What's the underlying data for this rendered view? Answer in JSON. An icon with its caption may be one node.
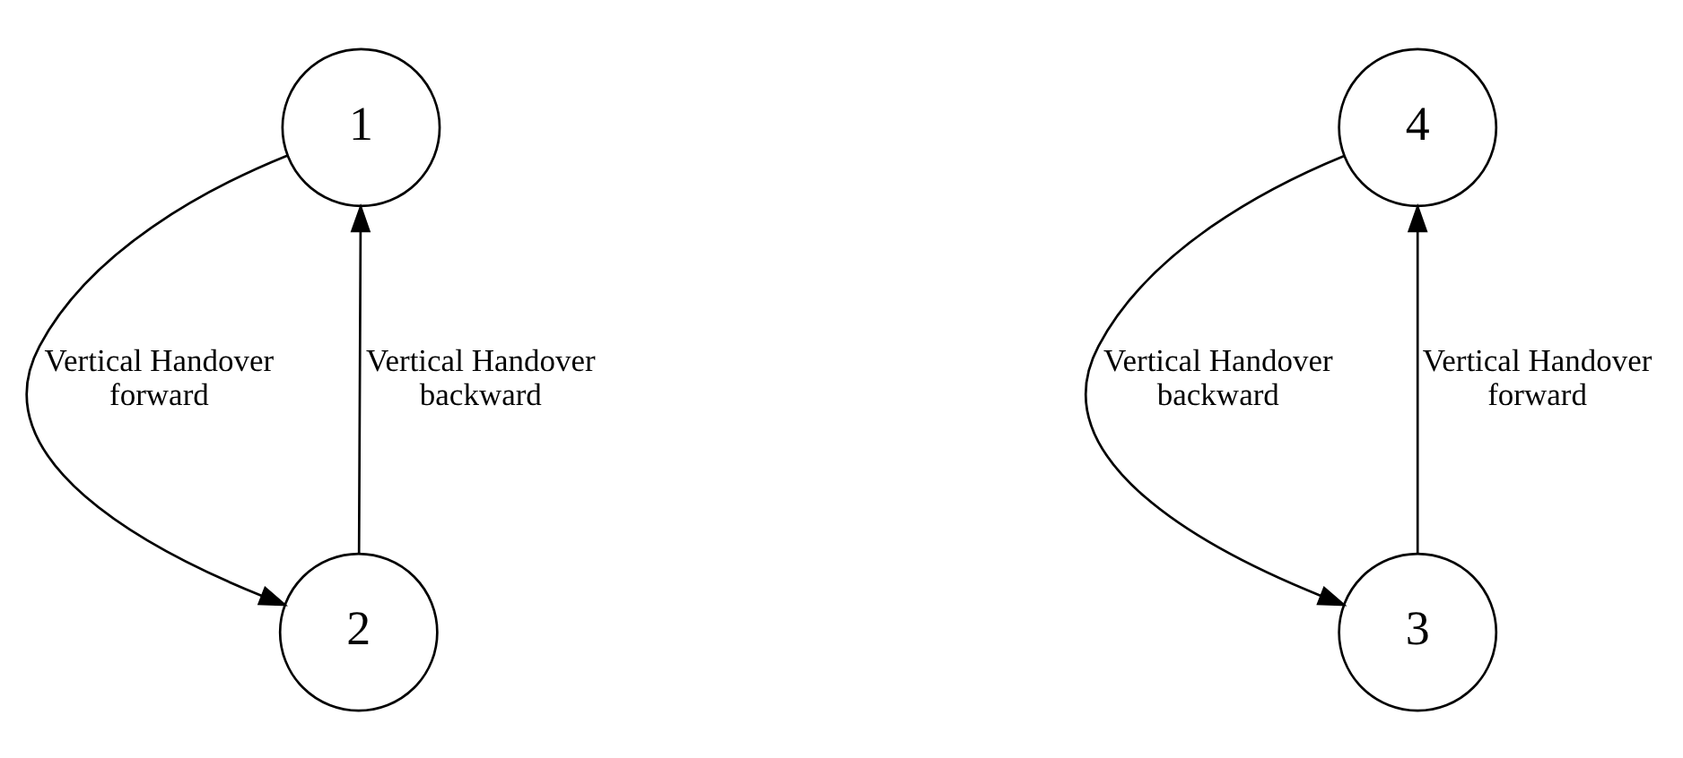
{
  "diagram": {
    "nodes": [
      {
        "text": [
          "1"
        ]
      },
      {
        "text": [
          "4"
        ]
      },
      {
        "text": [
          "2"
        ]
      },
      {
        "text": [
          "3"
        ]
      }
    ],
    "edges": [
      {
        "from": 0,
        "to": 2,
        "arrow": "to",
        "label": "Vertical Handover forward"
      },
      {
        "from": 2,
        "to": 0,
        "arrow": "to",
        "label": "Vertical Handover backward"
      },
      {
        "from": 1,
        "to": 3,
        "arrow": "to",
        "label": "Vertical Handover backward"
      },
      {
        "from": 3,
        "to": 1,
        "arrow": "to",
        "label": "Vertical Handover forward"
      }
    ]
  }
}
